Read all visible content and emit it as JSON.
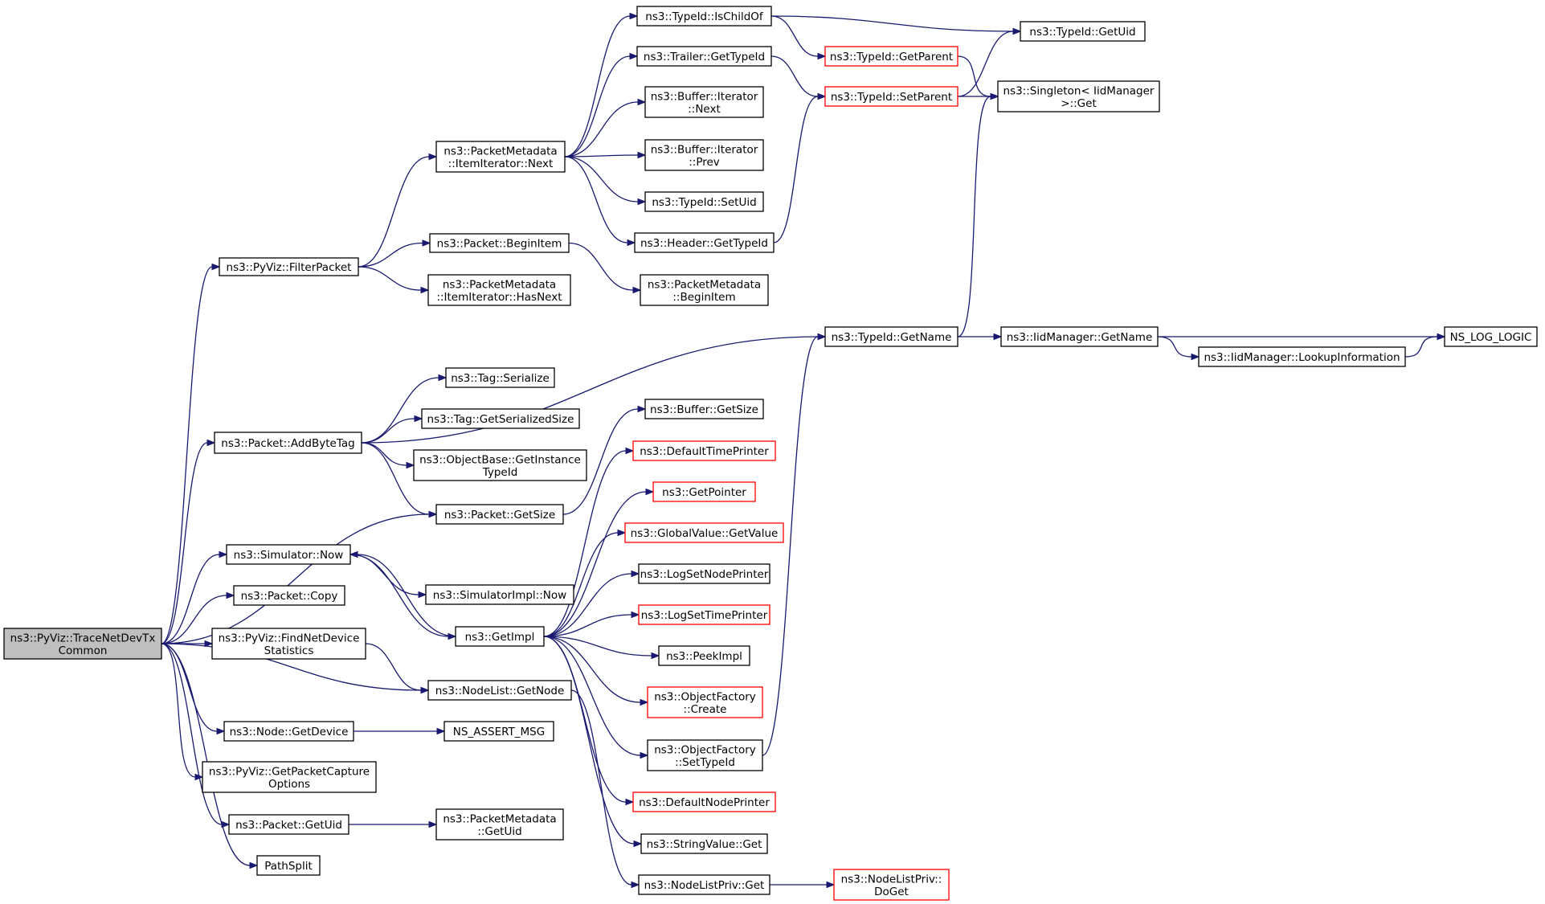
{
  "diagram": {
    "nodes": [
      {
        "id": "root",
        "lines": [
          "ns3::PyViz::TraceNetDevTx",
          "Common"
        ],
        "style": "root"
      },
      {
        "id": "filterpacket",
        "lines": [
          "ns3::PyViz::FilterPacket"
        ],
        "style": "normal"
      },
      {
        "id": "addbytetag",
        "lines": [
          "ns3::Packet::AddByteTag"
        ],
        "style": "normal"
      },
      {
        "id": "simnow",
        "lines": [
          "ns3::Simulator::Now"
        ],
        "style": "normal"
      },
      {
        "id": "packetcopy",
        "lines": [
          "ns3::Packet::Copy"
        ],
        "style": "normal"
      },
      {
        "id": "findnetdev",
        "lines": [
          "ns3::PyViz::FindNetDevice",
          "Statistics"
        ],
        "style": "normal"
      },
      {
        "id": "nodegetdevice",
        "lines": [
          "ns3::Node::GetDevice"
        ],
        "style": "normal"
      },
      {
        "id": "getpktcapture",
        "lines": [
          "ns3::PyViz::GetPacketCapture",
          "Options"
        ],
        "style": "normal"
      },
      {
        "id": "packetgetuid",
        "lines": [
          "ns3::Packet::GetUid"
        ],
        "style": "normal"
      },
      {
        "id": "pathsplit",
        "lines": [
          "PathSplit"
        ],
        "style": "normal"
      },
      {
        "id": "pmitnext",
        "lines": [
          "ns3::PacketMetadata",
          "::ItemIterator::Next"
        ],
        "style": "normal"
      },
      {
        "id": "packetbeginitem",
        "lines": [
          "ns3::Packet::BeginItem"
        ],
        "style": "normal"
      },
      {
        "id": "pmithasnext",
        "lines": [
          "ns3::PacketMetadata",
          "::ItemIterator::HasNext"
        ],
        "style": "normal"
      },
      {
        "id": "tagserialize",
        "lines": [
          "ns3::Tag::Serialize"
        ],
        "style": "normal"
      },
      {
        "id": "taggetsersize",
        "lines": [
          "ns3::Tag::GetSerializedSize"
        ],
        "style": "normal"
      },
      {
        "id": "objbasegetinst",
        "lines": [
          "ns3::ObjectBase::GetInstance",
          "TypeId"
        ],
        "style": "normal"
      },
      {
        "id": "packetgetsize",
        "lines": [
          "ns3::Packet::GetSize"
        ],
        "style": "normal"
      },
      {
        "id": "simimplnow",
        "lines": [
          "ns3::SimulatorImpl::Now"
        ],
        "style": "normal"
      },
      {
        "id": "getimpl",
        "lines": [
          "ns3::GetImpl"
        ],
        "style": "normal"
      },
      {
        "id": "nodelistgetnode",
        "lines": [
          "ns3::NodeList::GetNode"
        ],
        "style": "normal"
      },
      {
        "id": "nsassertmsg",
        "lines": [
          "NS_ASSERT_MSG"
        ],
        "style": "normal"
      },
      {
        "id": "pmgetuid",
        "lines": [
          "ns3::PacketMetadata",
          "::GetUid"
        ],
        "style": "normal"
      },
      {
        "id": "typeidischildof",
        "lines": [
          "ns3::TypeId::IsChildOf"
        ],
        "style": "normal"
      },
      {
        "id": "trailergettypeid",
        "lines": [
          "ns3::Trailer::GetTypeId"
        ],
        "style": "normal"
      },
      {
        "id": "bufitnext",
        "lines": [
          "ns3::Buffer::Iterator",
          "::Next"
        ],
        "style": "normal"
      },
      {
        "id": "bufitprev",
        "lines": [
          "ns3::Buffer::Iterator",
          "::Prev"
        ],
        "style": "normal"
      },
      {
        "id": "typeidsetuid",
        "lines": [
          "ns3::TypeId::SetUid"
        ],
        "style": "normal"
      },
      {
        "id": "headergettypeid",
        "lines": [
          "ns3::Header::GetTypeId"
        ],
        "style": "normal"
      },
      {
        "id": "pmbeginitem",
        "lines": [
          "ns3::PacketMetadata",
          "::BeginItem"
        ],
        "style": "normal"
      },
      {
        "id": "buffergetsize",
        "lines": [
          "ns3::Buffer::GetSize"
        ],
        "style": "normal"
      },
      {
        "id": "deftimeprinter",
        "lines": [
          "ns3::DefaultTimePrinter"
        ],
        "style": "red"
      },
      {
        "id": "getpointer",
        "lines": [
          "ns3::GetPointer"
        ],
        "style": "red"
      },
      {
        "id": "globalvalgetvalue",
        "lines": [
          "ns3::GlobalValue::GetValue"
        ],
        "style": "red"
      },
      {
        "id": "logsetnodeprinter",
        "lines": [
          "ns3::LogSetNodePrinter"
        ],
        "style": "normal"
      },
      {
        "id": "logsettimeprinter",
        "lines": [
          "ns3::LogSetTimePrinter"
        ],
        "style": "red"
      },
      {
        "id": "peekimpl",
        "lines": [
          "ns3::PeekImpl"
        ],
        "style": "normal"
      },
      {
        "id": "objfactcreate",
        "lines": [
          "ns3::ObjectFactory",
          "::Create"
        ],
        "style": "red"
      },
      {
        "id": "objfactsettypeid",
        "lines": [
          "ns3::ObjectFactory",
          "::SetTypeId"
        ],
        "style": "normal"
      },
      {
        "id": "defnodeprinter",
        "lines": [
          "ns3::DefaultNodePrinter"
        ],
        "style": "red"
      },
      {
        "id": "stringvalueget",
        "lines": [
          "ns3::StringValue::Get"
        ],
        "style": "normal"
      },
      {
        "id": "nodelistprivget",
        "lines": [
          "ns3::NodeListPriv::Get"
        ],
        "style": "normal"
      },
      {
        "id": "nodelistprivdoget",
        "lines": [
          "ns3::NodeListPriv::",
          "DoGet"
        ],
        "style": "red"
      },
      {
        "id": "typeidgetparent",
        "lines": [
          "ns3::TypeId::GetParent"
        ],
        "style": "red"
      },
      {
        "id": "typeidsetparent",
        "lines": [
          "ns3::TypeId::SetParent"
        ],
        "style": "red"
      },
      {
        "id": "typeidgetname",
        "lines": [
          "ns3::TypeId::GetName"
        ],
        "style": "normal"
      },
      {
        "id": "typeidgetuid",
        "lines": [
          "ns3::TypeId::GetUid"
        ],
        "style": "normal"
      },
      {
        "id": "singletonget",
        "lines": [
          "ns3::Singleton< IidManager",
          " >::Get"
        ],
        "style": "normal"
      },
      {
        "id": "iidmgrgetname",
        "lines": [
          "ns3::IidManager::GetName"
        ],
        "style": "normal"
      },
      {
        "id": "iidmgrlookup",
        "lines": [
          "ns3::IidManager::LookupInformation"
        ],
        "style": "normal"
      },
      {
        "id": "nsloglogic",
        "lines": [
          "NS_LOG_LOGIC"
        ],
        "style": "normal"
      }
    ],
    "edges": [
      [
        "root",
        "filterpacket"
      ],
      [
        "root",
        "addbytetag"
      ],
      [
        "root",
        "packetgetsize"
      ],
      [
        "root",
        "simnow"
      ],
      [
        "root",
        "packetcopy"
      ],
      [
        "root",
        "findnetdev"
      ],
      [
        "root",
        "nodelistgetnode"
      ],
      [
        "root",
        "nodegetdevice"
      ],
      [
        "root",
        "getpktcapture"
      ],
      [
        "root",
        "packetgetuid"
      ],
      [
        "root",
        "pathsplit"
      ],
      [
        "filterpacket",
        "pmitnext"
      ],
      [
        "filterpacket",
        "packetbeginitem"
      ],
      [
        "filterpacket",
        "pmithasnext"
      ],
      [
        "pmitnext",
        "typeidischildof"
      ],
      [
        "pmitnext",
        "trailergettypeid"
      ],
      [
        "pmitnext",
        "bufitnext"
      ],
      [
        "pmitnext",
        "bufitprev"
      ],
      [
        "pmitnext",
        "typeidsetuid"
      ],
      [
        "pmitnext",
        "headergettypeid"
      ],
      [
        "packetbeginitem",
        "pmbeginitem"
      ],
      [
        "typeidischildof",
        "typeidgetuid"
      ],
      [
        "typeidischildof",
        "typeidgetparent"
      ],
      [
        "trailergettypeid",
        "typeidsetparent"
      ],
      [
        "headergettypeid",
        "typeidsetparent"
      ],
      [
        "typeidgetparent",
        "singletonget"
      ],
      [
        "typeidsetparent",
        "typeidgetuid"
      ],
      [
        "typeidsetparent",
        "singletonget"
      ],
      [
        "addbytetag",
        "typeidgetname"
      ],
      [
        "addbytetag",
        "tagserialize"
      ],
      [
        "addbytetag",
        "taggetsersize"
      ],
      [
        "addbytetag",
        "objbasegetinst"
      ],
      [
        "addbytetag",
        "packetgetsize"
      ],
      [
        "packetgetsize",
        "buffergetsize"
      ],
      [
        "typeidgetname",
        "singletonget"
      ],
      [
        "typeidgetname",
        "iidmgrgetname"
      ],
      [
        "iidmgrgetname",
        "nsloglogic"
      ],
      [
        "iidmgrgetname",
        "iidmgrlookup"
      ],
      [
        "iidmgrlookup",
        "nsloglogic"
      ],
      [
        "simnow",
        "simimplnow"
      ],
      [
        "simnow",
        "getimpl"
      ],
      [
        "getimpl",
        "simnow"
      ],
      [
        "getimpl",
        "deftimeprinter"
      ],
      [
        "getimpl",
        "getpointer"
      ],
      [
        "getimpl",
        "globalvalgetvalue"
      ],
      [
        "getimpl",
        "logsetnodeprinter"
      ],
      [
        "getimpl",
        "logsettimeprinter"
      ],
      [
        "getimpl",
        "peekimpl"
      ],
      [
        "getimpl",
        "objfactcreate"
      ],
      [
        "getimpl",
        "objfactsettypeid"
      ],
      [
        "getimpl",
        "defnodeprinter"
      ],
      [
        "getimpl",
        "stringvalueget"
      ],
      [
        "objfactsettypeid",
        "typeidgetname"
      ],
      [
        "findnetdev",
        "nodelistgetnode"
      ],
      [
        "nodelistgetnode",
        "nodelistprivget"
      ],
      [
        "nodelistprivget",
        "nodelistprivdoget"
      ],
      [
        "nodegetdevice",
        "nsassertmsg"
      ],
      [
        "packetgetuid",
        "pmgetuid"
      ]
    ]
  }
}
